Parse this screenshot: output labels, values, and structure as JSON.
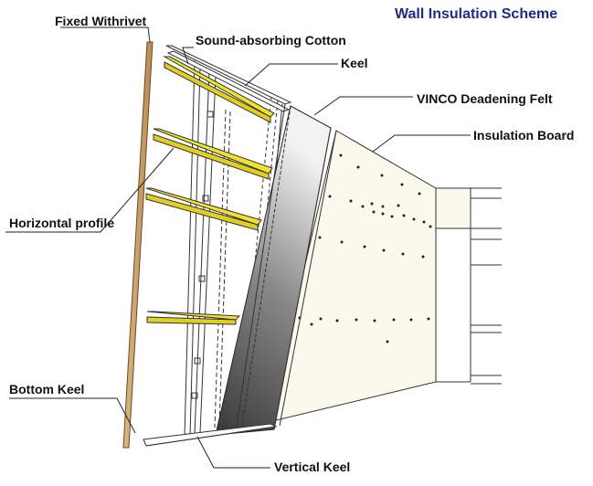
{
  "title": "Wall Insulation Scheme",
  "labels": {
    "fixed_withrivet": "Fixed Withrivet",
    "sound_absorbing_cotton": "Sound-absorbing Cotton",
    "keel": "Keel",
    "vinco_deadening_felt": "VINCO Deadening Felt",
    "insulation_board": "Insulation Board",
    "horizontal_profile": "Horizontal profile",
    "bottom_keel": "Bottom Keel",
    "vertical_keel": "Vertical Keel"
  },
  "colors": {
    "title": "#1f2a8a",
    "rivet_rod": "#c8a06a",
    "horizontal_profile": "#f2e22e",
    "insulation_board": "#fbf8ec",
    "felt_dark": "#3a3a3a",
    "felt_light": "#f0f0f0"
  }
}
